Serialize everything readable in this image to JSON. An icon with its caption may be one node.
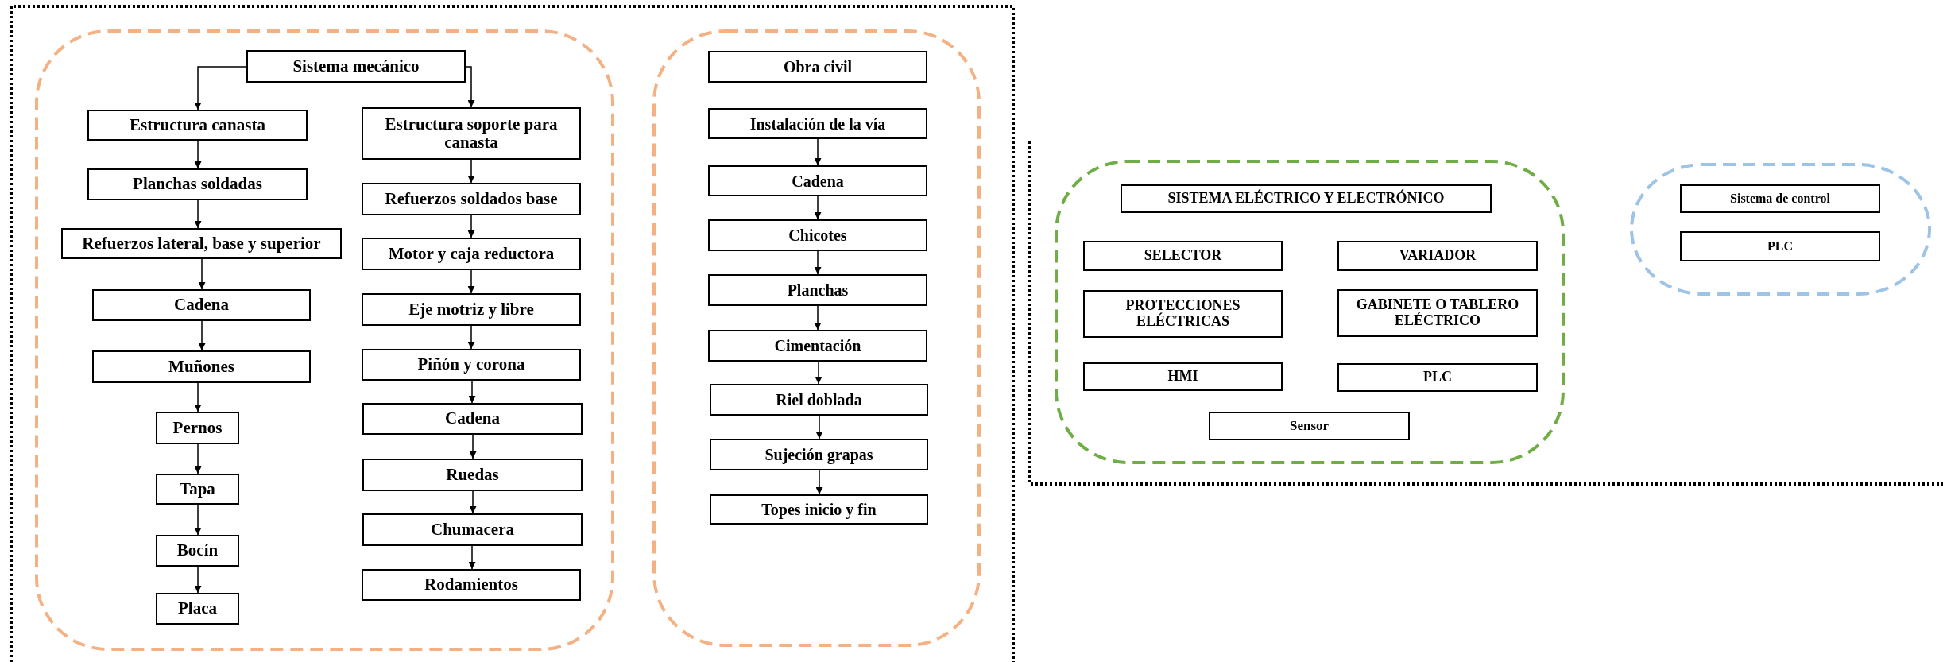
{
  "diagram": {
    "nodes": [
      {
        "text": [],
        "shape": "box"
      },
      {
        "text": [
          "Sistema mecánico"
        ],
        "in": 0
      },
      {
        "text": [
          "Estructura canasta"
        ],
        "in": 0
      },
      {
        "text": [
          "Planchas soldadas"
        ],
        "in": 0
      },
      {
        "text": [
          "Refuerzos lateral, base y superior"
        ],
        "in": 0
      },
      {
        "text": [
          "Cadena"
        ],
        "in": 0
      },
      {
        "text": [
          "Muñones"
        ],
        "in": 0
      },
      {
        "text": [
          "Pernos"
        ],
        "in": 0
      },
      {
        "text": [
          "Tapa"
        ],
        "in": 0
      },
      {
        "text": [
          "Bocín"
        ],
        "in": 0
      },
      {
        "text": [
          "Placa"
        ],
        "in": 0
      },
      {
        "text": [
          "Estructura soporte para canasta"
        ],
        "in": 0
      },
      {
        "text": [
          "Refuerzos soldados base"
        ],
        "in": 0
      },
      {
        "text": [
          "Motor y caja reductora"
        ],
        "in": 0
      },
      {
        "text": [
          "Eje motriz y libre"
        ],
        "in": 0
      },
      {
        "text": [
          "Piñón y corona"
        ],
        "in": 0
      },
      {
        "text": [
          "Cadena"
        ],
        "in": 0
      },
      {
        "text": [
          "Ruedas"
        ],
        "in": 0
      },
      {
        "text": [
          "Chumacera"
        ],
        "in": 0
      },
      {
        "text": [
          "Rodamientos"
        ],
        "in": 0
      },
      {
        "text": [],
        "shape": "box"
      },
      {
        "text": [
          "Obra civil"
        ],
        "in": 20
      },
      {
        "text": [
          "Instalación de la vía"
        ],
        "in": 20
      },
      {
        "text": [
          "Cadena"
        ],
        "in": 20
      },
      {
        "text": [
          "Chicotes"
        ],
        "in": 20
      },
      {
        "text": [
          "Planchas"
        ],
        "in": 20
      },
      {
        "text": [
          "Cimentación"
        ],
        "in": 20
      },
      {
        "text": [
          "Riel doblada"
        ],
        "in": 20
      },
      {
        "text": [
          "Sujeción grapas"
        ],
        "in": 20
      },
      {
        "text": [
          "Topes inicio y fin"
        ],
        "in": 20
      },
      {
        "text": [],
        "shape": "box"
      },
      {
        "text": [
          "SISTEMA ELÉCTRICO Y ELECTRÓNICO"
        ],
        "in": 30
      },
      {
        "text": [
          "SELECTOR"
        ],
        "in": 30
      },
      {
        "text": [
          "VARIADOR"
        ],
        "in": 30
      },
      {
        "text": [
          "PROTECCIONES ELÉCTRICAS"
        ],
        "in": 30
      },
      {
        "text": [
          "GABINETE O TABLERO ELÉCTRICO"
        ],
        "in": 30
      },
      {
        "text": [
          "HMI"
        ],
        "in": 30
      },
      {
        "text": [
          "PLC"
        ],
        "in": 30
      },
      {
        "text": [
          "Sensor"
        ],
        "in": 30
      },
      {
        "text": [],
        "shape": "box"
      },
      {
        "text": [
          "Sistema de control"
        ],
        "in": 39
      },
      {
        "text": [
          "PLC"
        ],
        "in": 39
      }
    ],
    "edges": [
      {
        "from": 1,
        "to": 2,
        "arrow": "to"
      },
      {
        "from": 1,
        "to": 11,
        "arrow": "to"
      },
      {
        "from": 2,
        "to": 3,
        "arrow": "to"
      },
      {
        "from": 3,
        "to": 4,
        "arrow": "to"
      },
      {
        "from": 4,
        "to": 5,
        "arrow": "to"
      },
      {
        "from": 5,
        "to": 6,
        "arrow": "to"
      },
      {
        "from": 6,
        "to": 7,
        "arrow": "to"
      },
      {
        "from": 7,
        "to": 8,
        "arrow": "to"
      },
      {
        "from": 8,
        "to": 9,
        "arrow": "to"
      },
      {
        "from": 9,
        "to": 10,
        "arrow": "to"
      },
      {
        "from": 11,
        "to": 12,
        "arrow": "to"
      },
      {
        "from": 12,
        "to": 13,
        "arrow": "to"
      },
      {
        "from": 13,
        "to": 14,
        "arrow": "to"
      },
      {
        "from": 14,
        "to": 15,
        "arrow": "to"
      },
      {
        "from": 15,
        "to": 16,
        "arrow": "to"
      },
      {
        "from": 16,
        "to": 17,
        "arrow": "to"
      },
      {
        "from": 17,
        "to": 18,
        "arrow": "to"
      },
      {
        "from": 18,
        "to": 19,
        "arrow": "to"
      },
      {
        "from": 22,
        "to": 23,
        "arrow": "to"
      },
      {
        "from": 23,
        "to": 24,
        "arrow": "to"
      },
      {
        "from": 24,
        "to": 25,
        "arrow": "to"
      },
      {
        "from": 25,
        "to": 26,
        "arrow": "to"
      },
      {
        "from": 26,
        "to": 27,
        "arrow": "to"
      },
      {
        "from": 27,
        "to": 28,
        "arrow": "to"
      },
      {
        "from": 28,
        "to": 29,
        "arrow": "to"
      }
    ]
  }
}
